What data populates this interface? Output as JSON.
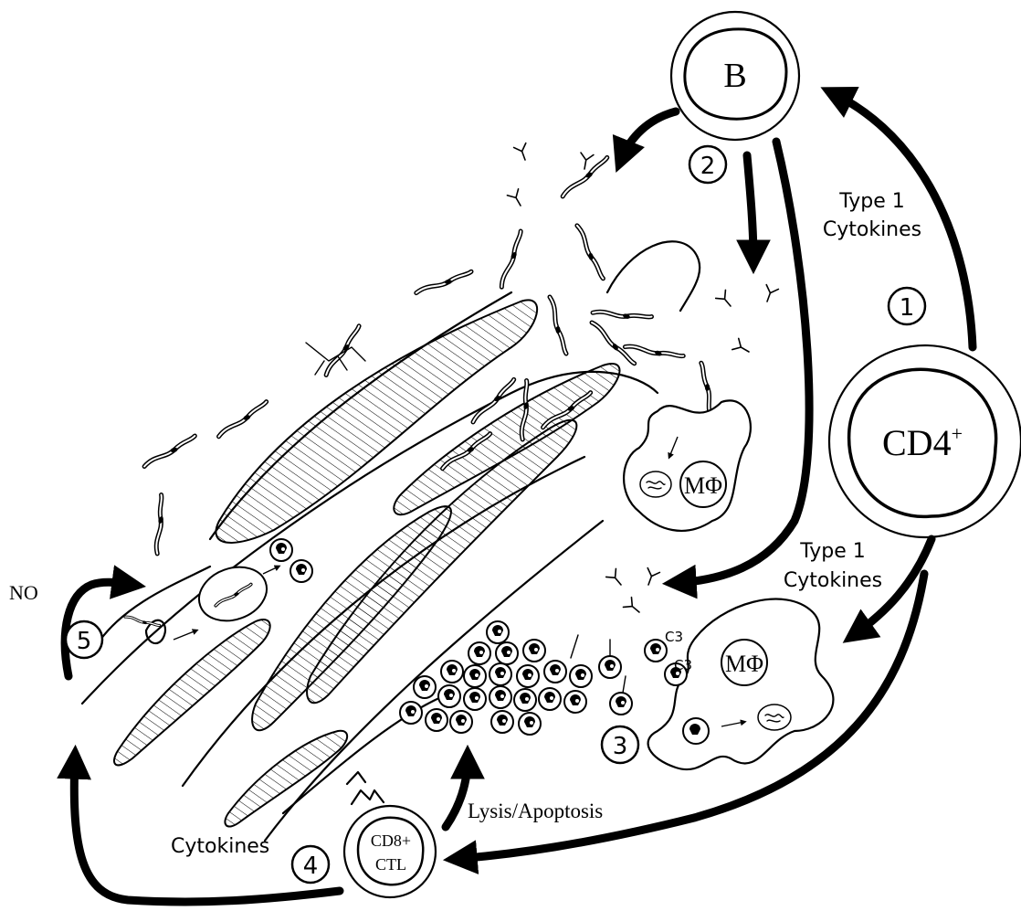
{
  "cells": {
    "b_cell": "B",
    "cd4": "CD4",
    "cd4_sup": "+",
    "cd8_line1": "CD8+",
    "cd8_line2": "CTL",
    "macrophage_top": "MΦ",
    "macrophage_bottom": "MΦ"
  },
  "labels": {
    "type1_top_line1": "Type 1",
    "type1_top_line2": "Cytokines",
    "type1_mid_line1": "Type 1",
    "type1_mid_line2": "Cytokines",
    "cytokines": "Cytokines",
    "lysis": "Lysis/Apoptosis",
    "no": "NO",
    "c3_a": "C3",
    "c3_b": "C3"
  },
  "steps": [
    "1",
    "2",
    "3",
    "4",
    "5"
  ]
}
